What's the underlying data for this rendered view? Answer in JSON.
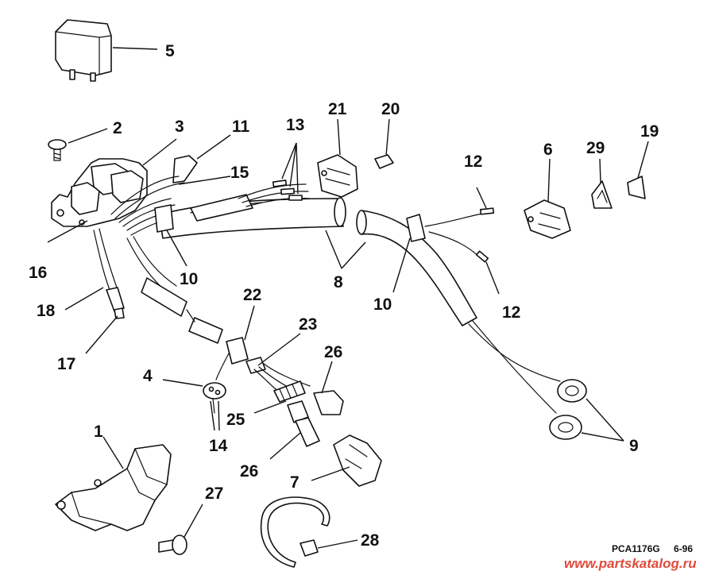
{
  "diagram": {
    "callouts": [
      "1",
      "2",
      "3",
      "4",
      "5",
      "6",
      "7",
      "8",
      "9",
      "10",
      "10",
      "11",
      "12",
      "12",
      "13",
      "14",
      "15",
      "16",
      "17",
      "18",
      "19",
      "20",
      "21",
      "22",
      "23",
      "25",
      "26",
      "26",
      "27",
      "28",
      "29"
    ],
    "drawing_ref": "PCA1176G",
    "date_code": "6-96",
    "watermark": "www.partskatalog.ru"
  }
}
